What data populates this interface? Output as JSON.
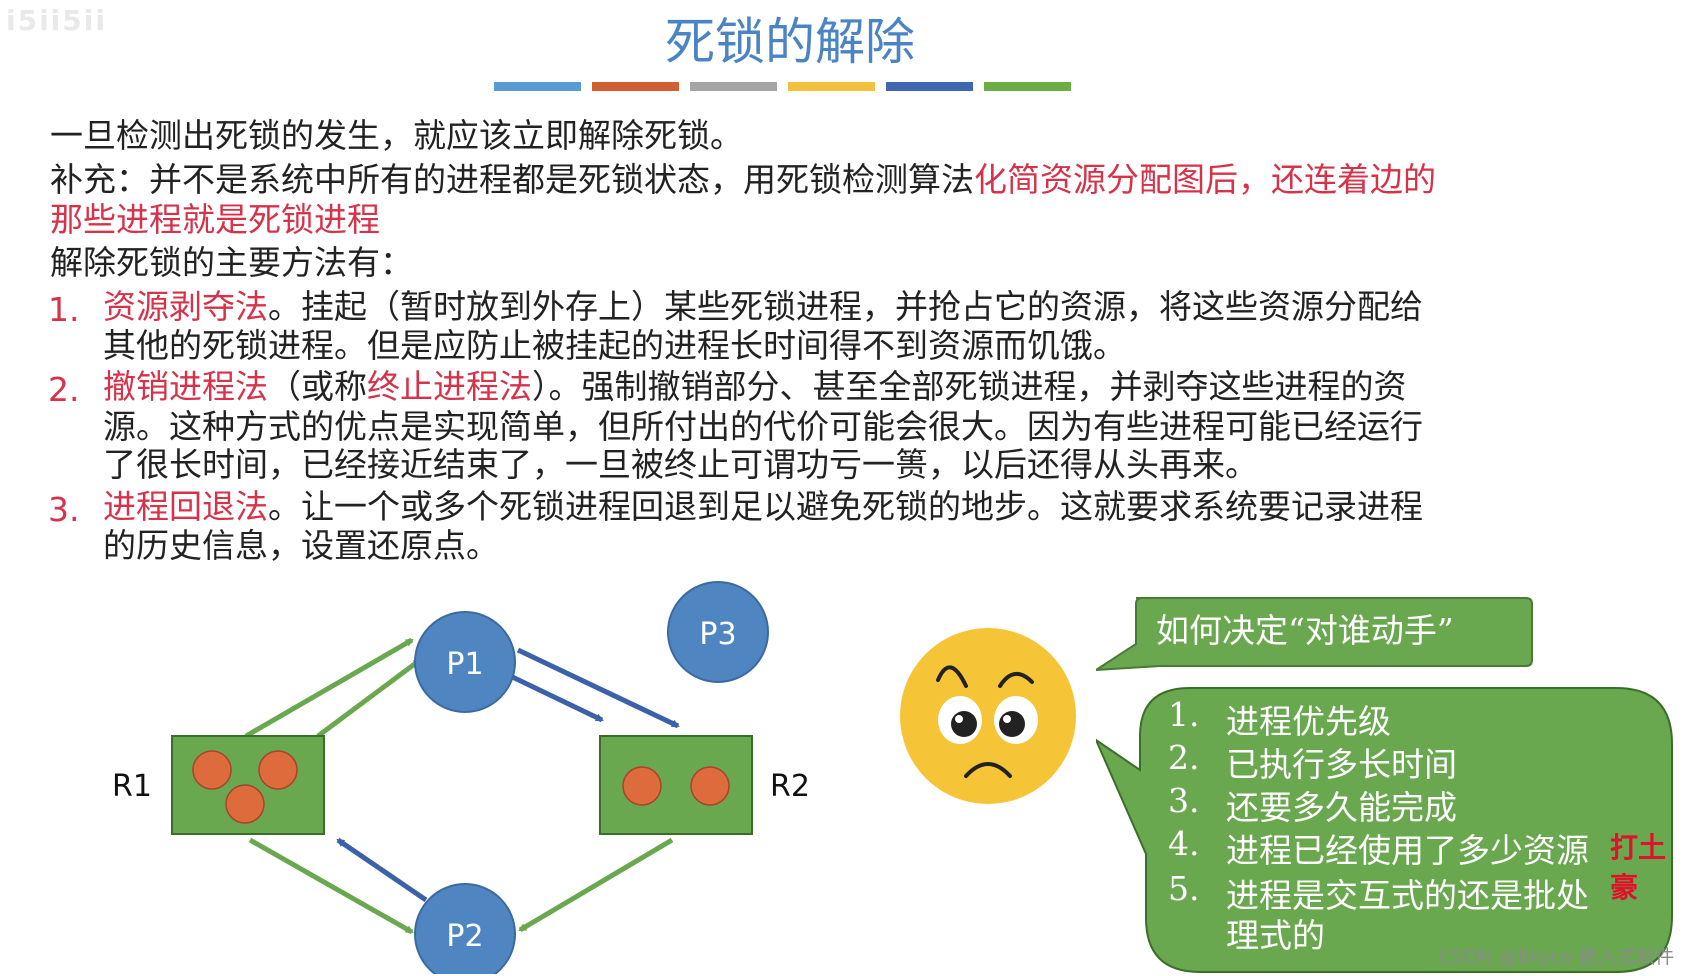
{
  "logo_text": "i5ii5ii",
  "title": "死锁的解除",
  "title_bar_colors": [
    "#5b9bd5",
    "#d25f33",
    "#a5a5a5",
    "#f2c23e",
    "#3f67b1",
    "#6dad46"
  ],
  "paragraphs": {
    "line1": "一旦检测出死锁的发生，就应该立即解除死锁。",
    "line2_black": "补充：并不是系统中所有的进程都是死锁状态，用死锁检测算法",
    "line2_red": "化简资源分配图后，还连着边的",
    "line3_red": "那些进程就是死锁进程",
    "line4": "解除死锁的主要方法有："
  },
  "methods": [
    {
      "num": "1.",
      "name": "资源剥夺法",
      "line1": "。挂起（暂时放到外存上）某些死锁进程，并抢占它的资源，将这些资源分配给",
      "line2": "其他的死锁进程。但是应防止被挂起的进程长时间得不到资源而饥饿。"
    },
    {
      "num": "2.",
      "name": "撤销进程法",
      "line1a": "（或称",
      "name2": "终止进程法",
      "line1b": "）。强制撤销部分、甚至全部死锁进程，并剥夺这些进程的资",
      "line2": "源。这种方式的优点是实现简单，但所付出的代价可能会很大。因为有些进程可能已经运行",
      "line3": "了很长时间，已经接近结束了，一旦被终止可谓功亏一篑，以后还得从头再来。"
    },
    {
      "num": "3.",
      "name": "进程回退法",
      "line1": "。让一个或多个死锁进程回退到足以避免死锁的地步。这就要求系统要记录进程",
      "line2": "的历史信息，设置还原点。"
    }
  ],
  "diagram": {
    "processes": [
      "P1",
      "P2",
      "P3"
    ],
    "resources": [
      "R1",
      "R2"
    ],
    "colors": {
      "process": "#4f86c2",
      "resource": "#6aa84f",
      "token": "#dd6b3c",
      "assign_edge": "#6aa84f",
      "request_edge": "#3b62a8"
    }
  },
  "bubble_title": "如何决定“对谁动手”",
  "criteria": [
    {
      "num": "1.",
      "text": "进程优先级"
    },
    {
      "num": "2.",
      "text": "已执行多长时间"
    },
    {
      "num": "3.",
      "text": "还要多久能完成"
    },
    {
      "num": "4.",
      "text": "进程已经使用了多少资源"
    },
    {
      "num": "5.",
      "text": "进程是交互式的还是批处"
    }
  ],
  "criteria_cont": "理式的",
  "watermark_red": "打土豪",
  "csdn_watermark": "CSDN @Bruce-嵌入式软件"
}
